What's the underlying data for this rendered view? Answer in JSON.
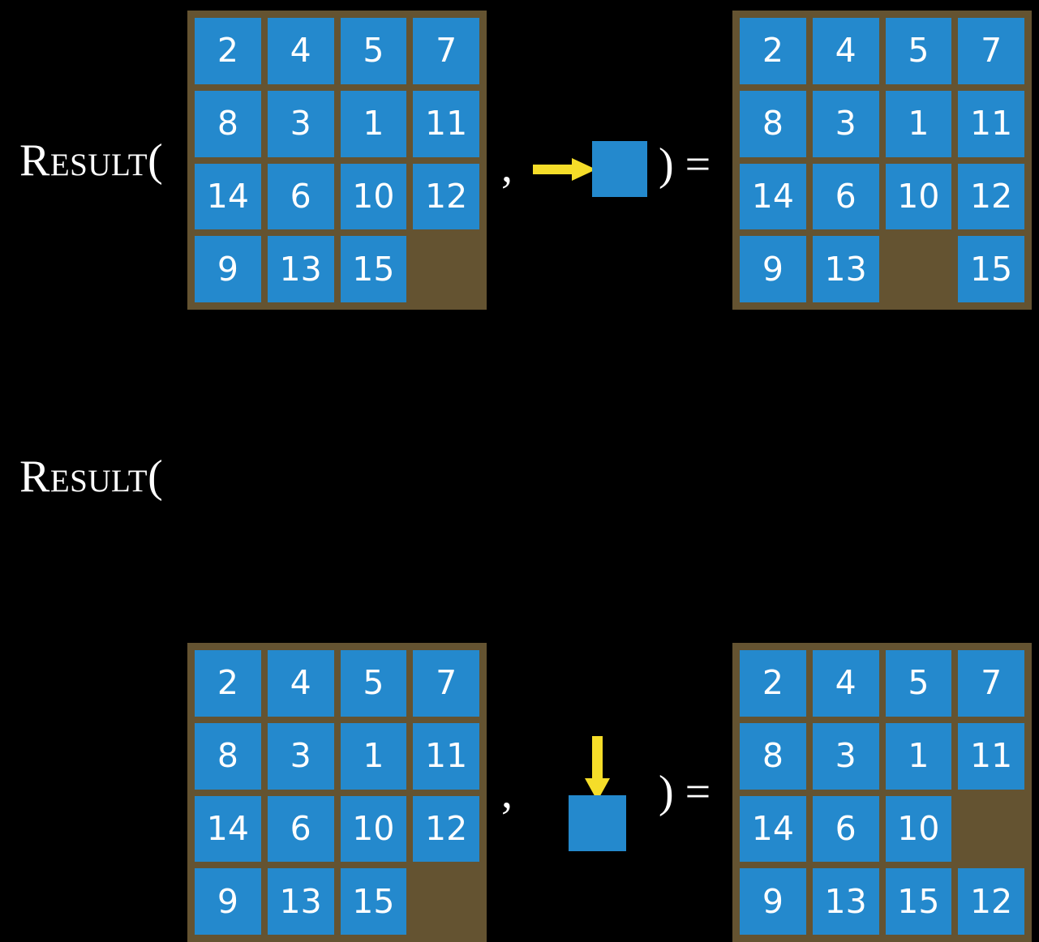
{
  "background_color": "#000000",
  "colors": {
    "tile": "#2489cd",
    "board_frame": "#645331",
    "arrow": "#f5dd29",
    "text": "#ffffff"
  },
  "equations": [
    {
      "label": "Result(",
      "separator": ",",
      "closing": ") =",
      "action": {
        "icon": "arrow-right-into-square-icon",
        "direction": "right",
        "description": "slide tile right"
      },
      "input_board": {
        "name": "input-board-row-1",
        "rows": 4,
        "cols": 4,
        "tiles": [
          [
            "2",
            "4",
            "5",
            "7"
          ],
          [
            "8",
            "3",
            "1",
            "11"
          ],
          [
            "14",
            "6",
            "10",
            "12"
          ],
          [
            "9",
            "13",
            "15",
            ""
          ]
        ],
        "blank_cell": {
          "row": 3,
          "col": 3
        }
      },
      "output_board": {
        "name": "output-board-row-1",
        "rows": 4,
        "cols": 4,
        "tiles": [
          [
            "2",
            "4",
            "5",
            "7"
          ],
          [
            "8",
            "3",
            "1",
            "11"
          ],
          [
            "14",
            "6",
            "10",
            "12"
          ],
          [
            "9",
            "13",
            "",
            "15"
          ]
        ],
        "blank_cell": {
          "row": 3,
          "col": 2
        }
      }
    },
    {
      "label": "Result(",
      "separator": ",",
      "closing": ") =",
      "action": {
        "icon": "arrow-down-into-square-icon",
        "direction": "down",
        "description": "slide tile down"
      },
      "input_board": {
        "name": "input-board-row-2",
        "rows": 4,
        "cols": 4,
        "tiles": [
          [
            "2",
            "4",
            "5",
            "7"
          ],
          [
            "8",
            "3",
            "1",
            "11"
          ],
          [
            "14",
            "6",
            "10",
            "12"
          ],
          [
            "9",
            "13",
            "15",
            ""
          ]
        ],
        "blank_cell": {
          "row": 3,
          "col": 3
        }
      },
      "output_board": {
        "name": "output-board-row-2",
        "rows": 4,
        "cols": 4,
        "tiles": [
          [
            "2",
            "4",
            "5",
            "7"
          ],
          [
            "8",
            "3",
            "1",
            "11"
          ],
          [
            "14",
            "6",
            "10",
            ""
          ],
          [
            "9",
            "13",
            "15",
            "12"
          ]
        ],
        "blank_cell": {
          "row": 2,
          "col": 3
        }
      }
    }
  ]
}
